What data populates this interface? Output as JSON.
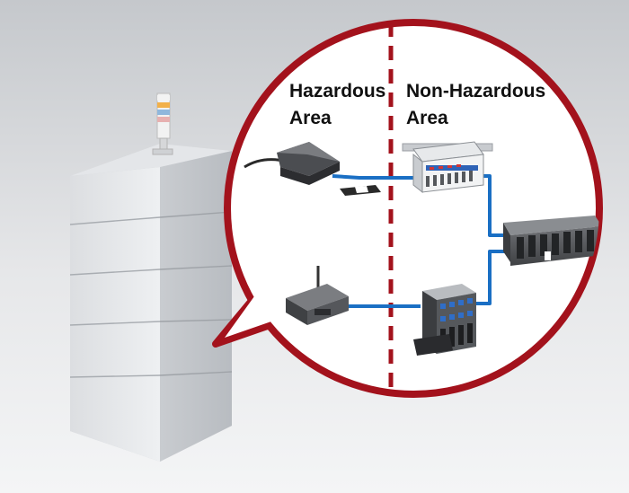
{
  "labels": {
    "hazardous_line1": "Hazardous",
    "hazardous_line2": "Area",
    "non_hazardous_line1": "Non-Hazardous",
    "non_hazardous_line2": "Area"
  },
  "colors": {
    "callout_border": "#a3121c",
    "boundary_line": "#a3121c",
    "signal_wire": "#1a6fc4",
    "background_top": "#c9ccd0",
    "background_bottom": "#f3f4f5"
  },
  "components": {
    "proximity_sensor": "sensor",
    "wireless_sensor": "antenna-device",
    "din_barrier": "isolated-barrier",
    "isolator_module": "isolator",
    "controller": "plc"
  }
}
